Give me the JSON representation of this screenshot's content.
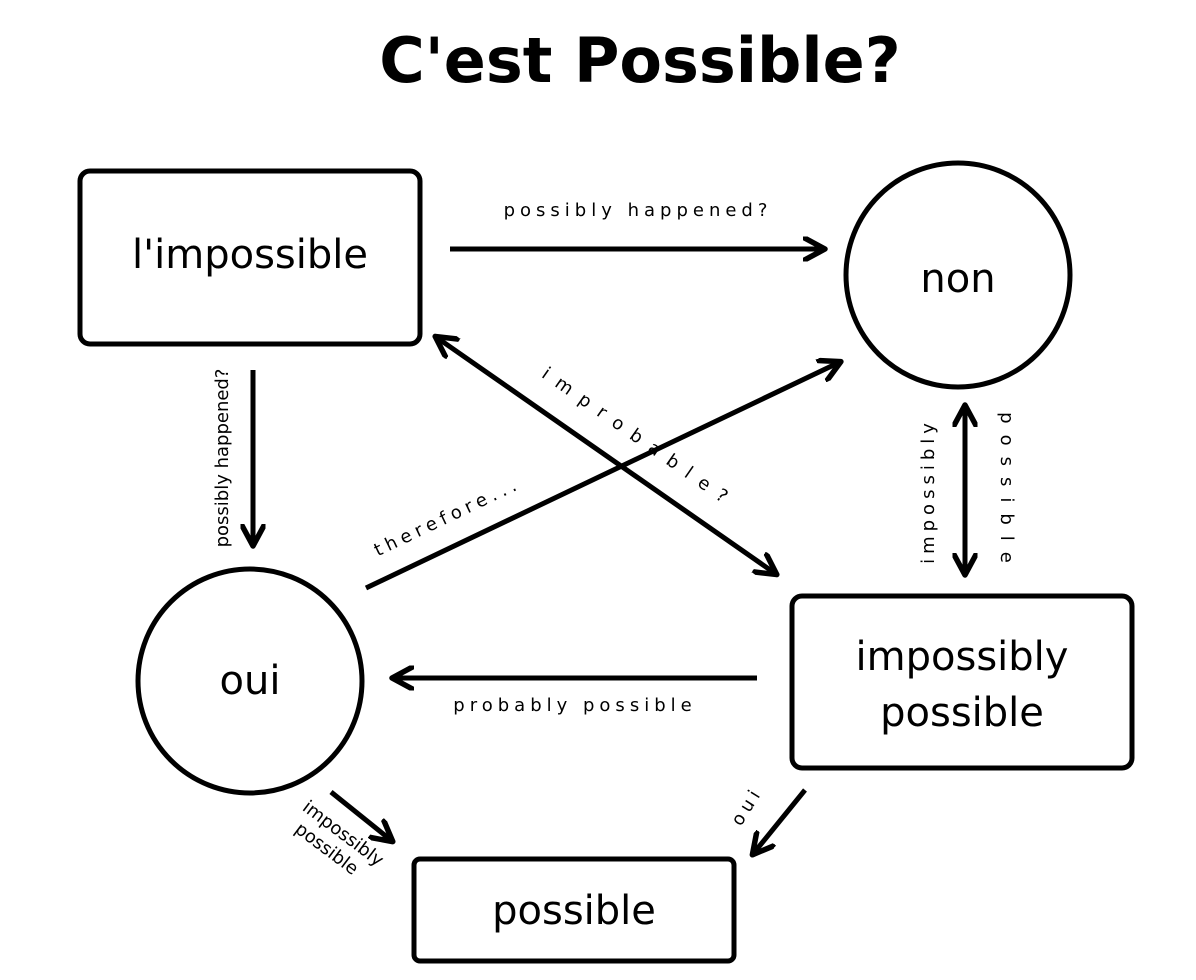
{
  "title": "C'est Possible?",
  "nodes": {
    "impossible": "l'impossible",
    "non": "non",
    "oui": "oui",
    "impossibly_possible_line1": "impossibly",
    "impossibly_possible_line2": "possible",
    "possible": "possible"
  },
  "edges": {
    "impossible_to_non": "possibly happened?",
    "impossible_to_oui": "possibly happened?",
    "impossible_impossibly_possible": "improbable?",
    "oui_to_non": "therefore...",
    "non_impossibly_possible_left": "impossibly",
    "non_impossibly_possible_right": "possible",
    "impossibly_possible_to_oui": "probably possible",
    "oui_to_possible_line1": "impossibly",
    "oui_to_possible_line2": "possible",
    "impossibly_possible_to_possible": "oui"
  }
}
